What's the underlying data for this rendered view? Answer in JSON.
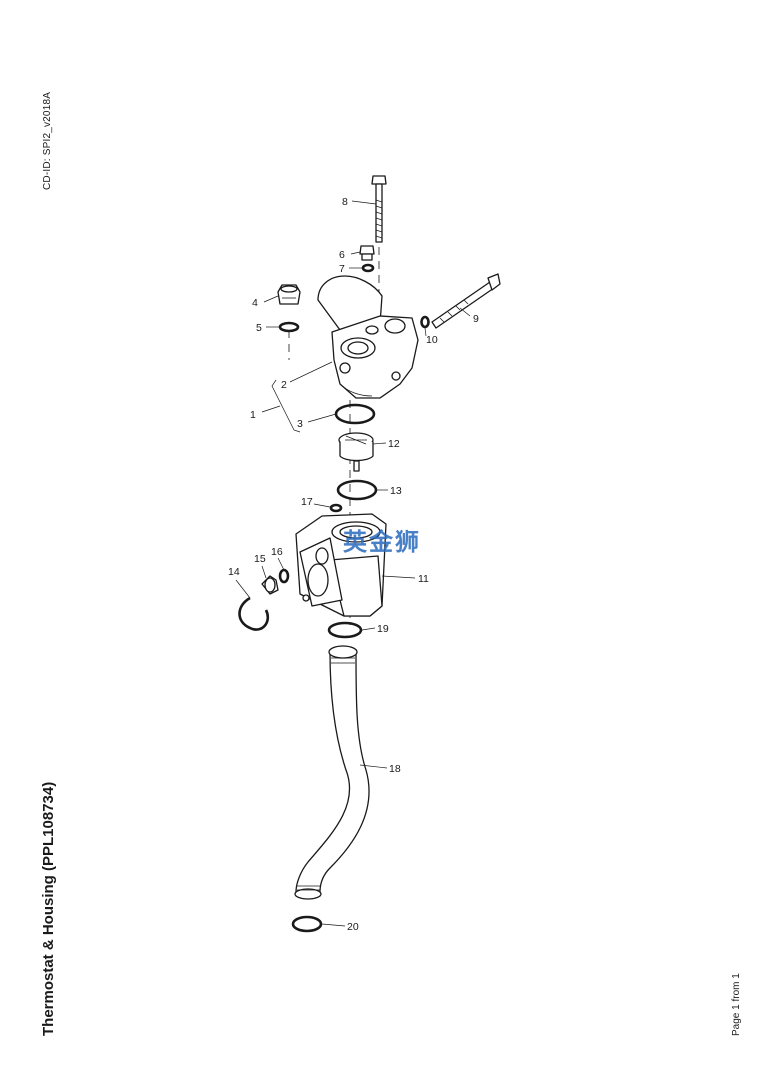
{
  "header": {
    "cd_id": "CD-ID: SPI2_v2018A"
  },
  "title": "Thermostat & Housing (PPL108734)",
  "footer": {
    "page": "Page 1 from 1"
  },
  "watermark": {
    "text": "英金狮",
    "color": "#2f6fc0"
  },
  "callouts": [
    "1",
    "2",
    "3",
    "4",
    "5",
    "6",
    "7",
    "8",
    "9",
    "10",
    "11",
    "12",
    "13",
    "14",
    "15",
    "16",
    "17",
    "18",
    "19",
    "20"
  ]
}
